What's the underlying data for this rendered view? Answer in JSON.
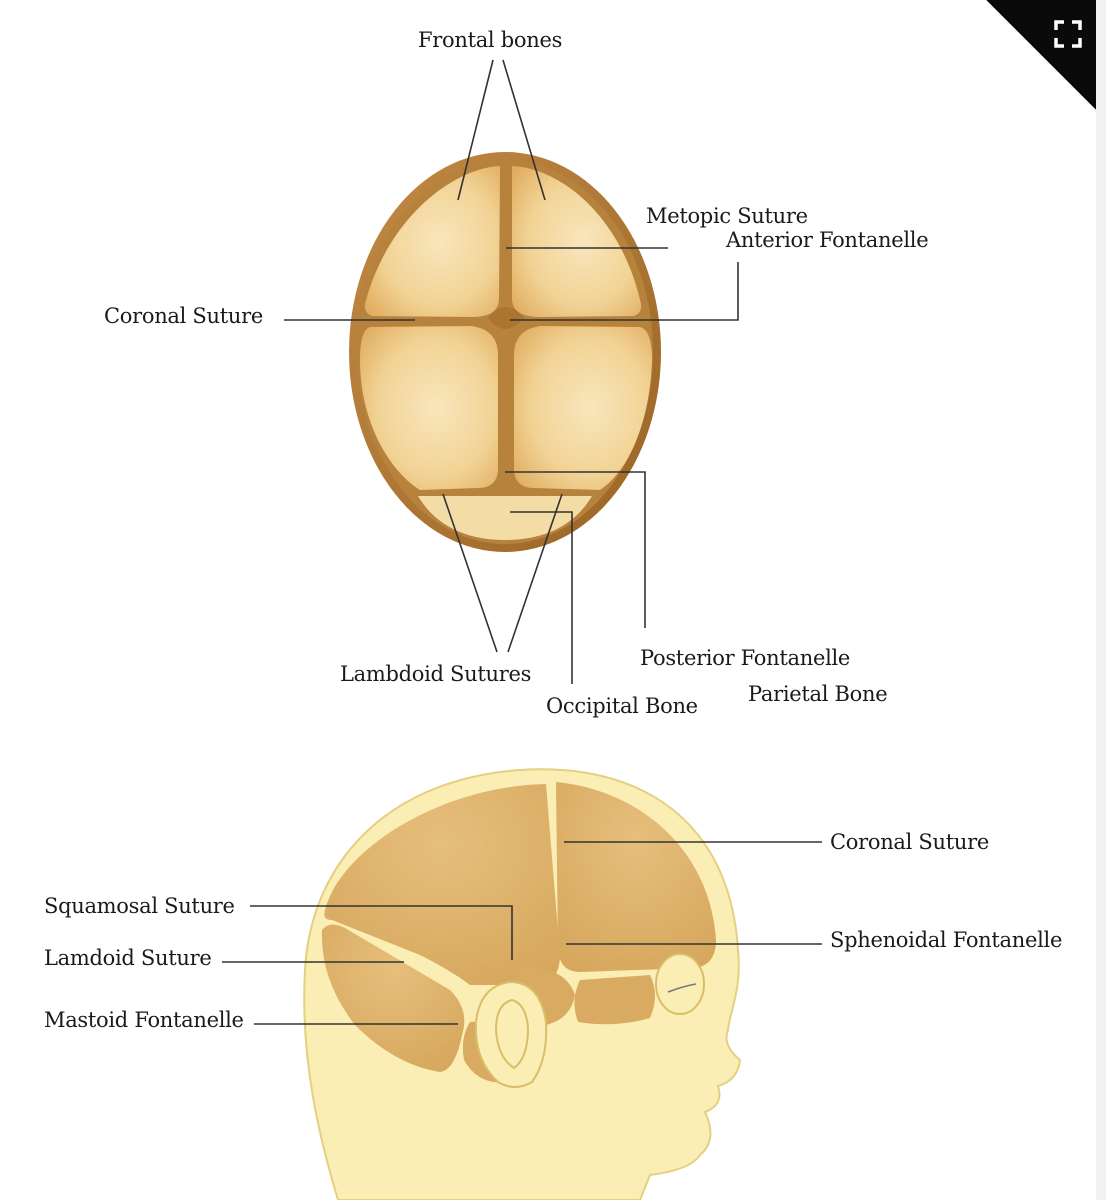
{
  "top_view": {
    "labels": {
      "frontal_bones": "Frontal bones",
      "metopic_suture": "Metopic Suture",
      "anterior_fontanelle": "Anterior Fontanelle",
      "coronal_suture": "Coronal Suture",
      "lambdoid_sutures": "Lambdoid Sutures",
      "posterior_fontanelle": "Posterior Fontanelle",
      "occipital_bone": "Occipital Bone",
      "parietal_bone": "Parietal Bone"
    }
  },
  "side_view": {
    "labels": {
      "coronal_suture": "Coronal Suture",
      "squamosal_suture": "Squamosal Suture",
      "lamdoid_suture": "Lamdoid Suture",
      "sphenoidal_fontanelle": "Sphenoidal Fontanelle",
      "mastoid_fontanelle": "Mastoid Fontanelle"
    }
  },
  "controls": {
    "fullscreen_icon": "fullscreen-icon"
  },
  "colors": {
    "bone_light": "#f7e3b4",
    "bone_dark": "#dcae62",
    "suture": "#a8732f",
    "skin": "#fbeeb4",
    "leader": "#333333"
  }
}
